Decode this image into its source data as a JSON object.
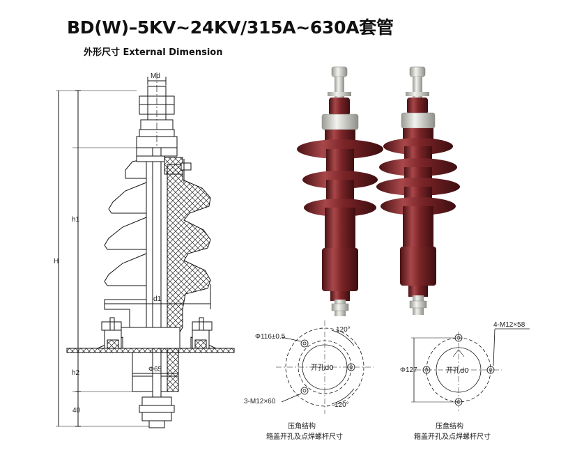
{
  "header": {
    "title": "BD(W)–5KV~24KV/315A~630A套管",
    "subtitle": "外形尺寸 External Dimension"
  },
  "drawing": {
    "labels": {
      "md": "Md",
      "h1": "h1",
      "h": "H",
      "h2": "h2",
      "dim40": "40",
      "d1": "d1",
      "phi65": "Φ65"
    }
  },
  "flange_left": {
    "dia": "Φ116±0.5",
    "angle_top": "120°",
    "angle_bottom": "120°",
    "hole": "开孔d0",
    "bolts": "3-M12×60",
    "caption1": "压角结构",
    "caption2": "箱盖开孔及点焊螺杆尺寸"
  },
  "flange_right": {
    "dia": "Φ127",
    "hole": "开孔d0",
    "bolts": "4-M12×58",
    "caption1": "压盘结构",
    "caption2": "箱盖开孔及点焊螺杆尺寸"
  },
  "colors": {
    "porcelain": "#6b1d1f",
    "porcelain_highlight": "#a8474a",
    "cap": "#d9d9d2"
  }
}
